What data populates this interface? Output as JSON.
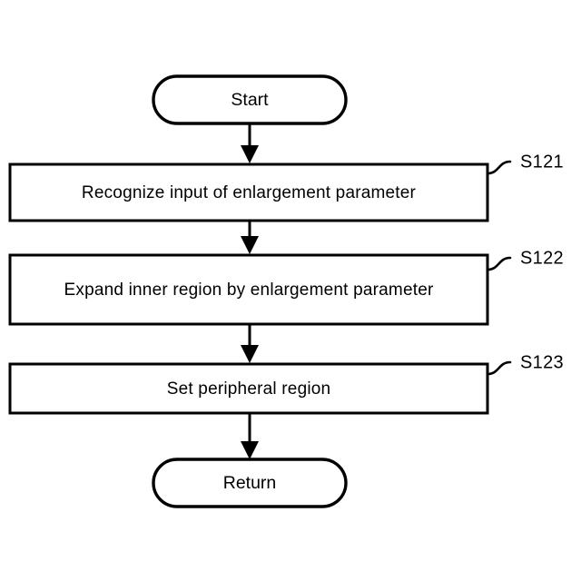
{
  "diagram": {
    "type": "flowchart",
    "orientation": "vertical",
    "background_color": "#ffffff",
    "line_color": "#000000",
    "nodes": [
      {
        "id": "start",
        "shape": "terminal",
        "label": "Start"
      },
      {
        "id": "s121",
        "shape": "process",
        "label": "Recognize input of enlargement parameter",
        "step_label": "S121"
      },
      {
        "id": "s122",
        "shape": "process",
        "label": "Expand inner region by enlargement parameter",
        "step_label": "S122"
      },
      {
        "id": "s123",
        "shape": "process",
        "label": "Set peripheral region",
        "step_label": "S123"
      },
      {
        "id": "return",
        "shape": "terminal",
        "label": "Return"
      }
    ],
    "edges": [
      {
        "from": "start",
        "to": "s121",
        "style": "arrow-down"
      },
      {
        "from": "s121",
        "to": "s122",
        "style": "arrow-down"
      },
      {
        "from": "s122",
        "to": "s123",
        "style": "arrow-down"
      },
      {
        "from": "s123",
        "to": "return",
        "style": "arrow-down"
      }
    ]
  }
}
